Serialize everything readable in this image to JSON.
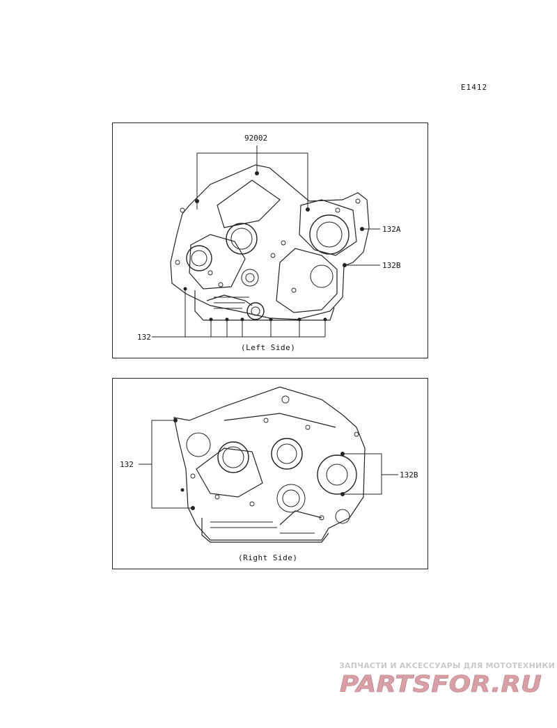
{
  "diagram_code": "E1412",
  "left_view": {
    "caption": "(Left Side)",
    "callouts": {
      "top": "92002",
      "right_upper": "132A",
      "right_lower": "132B",
      "left": "132"
    }
  },
  "right_view": {
    "caption": "(Right Side)",
    "callouts": {
      "left": "132",
      "right": "132B"
    }
  },
  "watermark": {
    "tagline": "ЗАПЧАСТИ И АКСЕССУАРЫ ДЛЯ МОТОТЕХНИКИ",
    "logo_text": "PARTSFOR.RU",
    "color": "#d8a0a6"
  }
}
